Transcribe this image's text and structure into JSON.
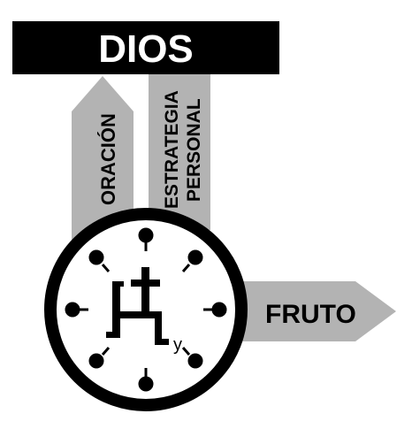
{
  "diagram": {
    "header_label": "DIOS",
    "left_arrow_label": "ORACIÓN",
    "middle_band_label_line1": "ESTRATEGIA",
    "middle_band_label_line2": "PERSONAL",
    "right_arrow_label": "FRUTO",
    "clock_letter": "y"
  },
  "colors": {
    "black": "#000000",
    "gray": "#b3b3b3",
    "white": "#ffffff"
  },
  "icons": {
    "center_symbol": "cross-chair-icon"
  }
}
